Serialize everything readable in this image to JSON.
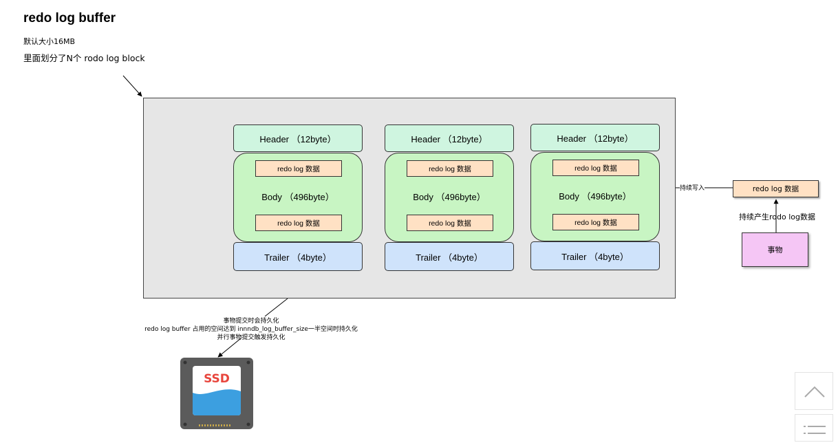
{
  "title": "redo log buffer",
  "subtitle_size": "默认大小16MB",
  "subtitle_blocks": "里面划分了N个 rodo log block",
  "blocks": [
    {
      "header": "Header （12byte）",
      "body": "Body （496byte）",
      "trailer": "Trailer （4byte）",
      "chips": [
        "redo log 数据",
        "redo log 数据"
      ]
    },
    {
      "header": "Header （12byte）",
      "body": "Body （496byte）",
      "trailer": "Trailer （4byte）",
      "chips": [
        "redo log 数据",
        "redo log 数据"
      ]
    },
    {
      "header": "Header （12byte）",
      "body": "Body （496byte）",
      "trailer": "Trailer （4byte）",
      "chips": [
        "redo log 数据",
        "redo log 数据"
      ]
    }
  ],
  "incoming": {
    "write_label": "持续写入",
    "chip": "redo log 数据",
    "produce_label": "持续产生rodo log数据",
    "transaction": "事物"
  },
  "persist_notes": [
    "事物提交时会持久化",
    "redo log buffer 占用的空间达到  innndb_log_buffer_size一半空间时持久化",
    "并行事物提交触发持久化"
  ],
  "ssd_label": "SSD",
  "colors": {
    "header": "#cff5e0",
    "body": "#c8f5c3",
    "trailer": "#cfe3fb",
    "chip": "#ffe1c4",
    "transaction": "#f5c6f5",
    "frame": "#e6e6e6",
    "ssd_text": "#e8453c",
    "ssd_blue": "#3c9fe0"
  },
  "icons": {
    "scroll_top": "chevron-up-icon",
    "toc": "list-icon"
  }
}
